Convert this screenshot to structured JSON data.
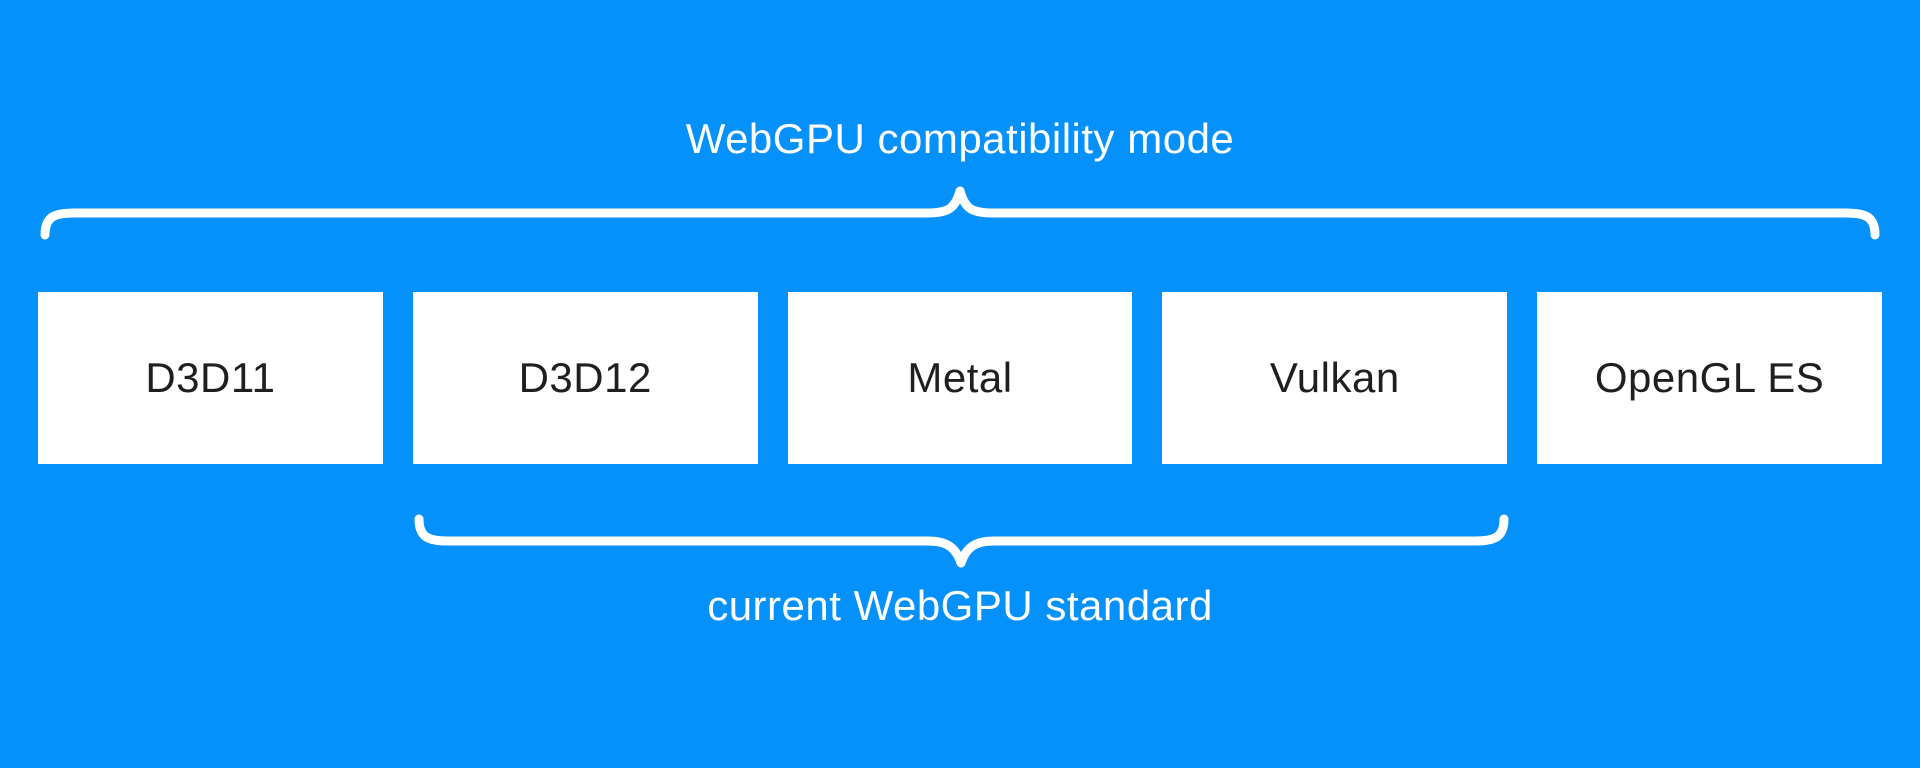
{
  "top_group": {
    "label": "WebGPU compatibility mode"
  },
  "bottom_group": {
    "label": "current WebGPU standard"
  },
  "backends": [
    {
      "label": "D3D11"
    },
    {
      "label": "D3D12"
    },
    {
      "label": "Metal"
    },
    {
      "label": "Vulkan"
    },
    {
      "label": "OpenGL ES"
    }
  ],
  "colors": {
    "background": "#0591fc",
    "box_fill": "#ffffff",
    "box_text": "#1f1f1f",
    "label_text": "#ffffff",
    "brace": "#ffffff"
  }
}
